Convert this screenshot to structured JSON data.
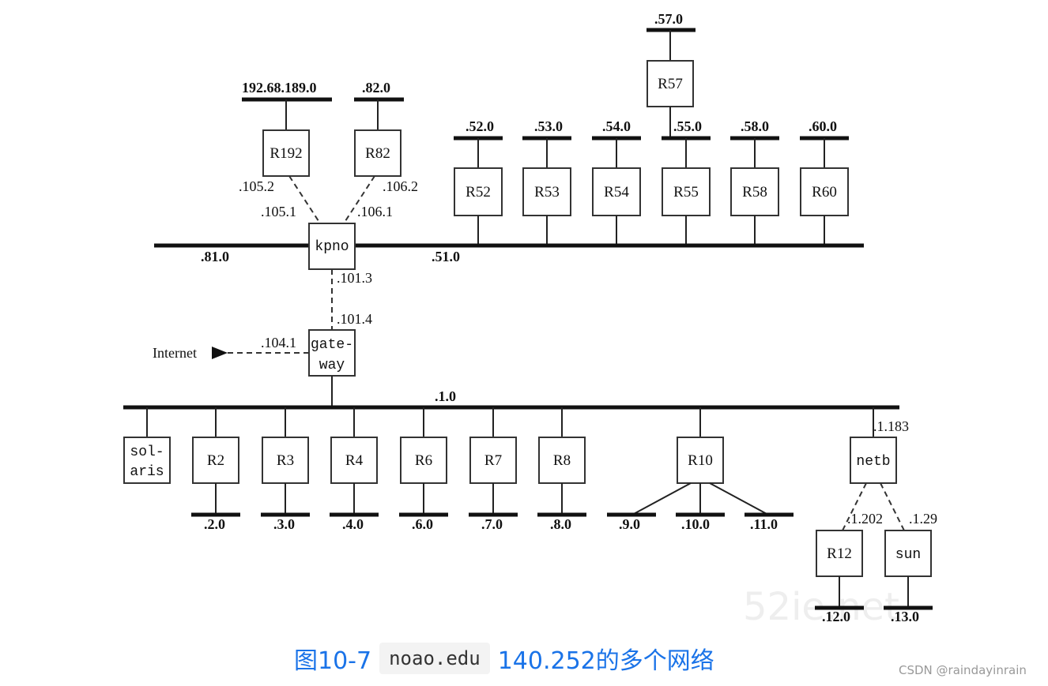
{
  "caption": {
    "figure": "图10-7",
    "code": "noao.edu",
    "desc": "140.252的多个网络"
  },
  "credit": "CSDN @raindayinrain",
  "watermark": "52ie.net",
  "labels": {
    "net_192": "192.68.189.0",
    "net_82": ".82.0",
    "net_57": ".57.0",
    "net_52": ".52.0",
    "net_53": ".53.0",
    "net_54": ".54.0",
    "net_55": ".55.0",
    "net_58": ".58.0",
    "net_60": ".60.0",
    "net_81": ".81.0",
    "net_51": ".51.0",
    "net_1": ".1.0",
    "net_2": ".2.0",
    "net_3": ".3.0",
    "net_4": ".4.0",
    "net_6": ".6.0",
    "net_7": ".7.0",
    "net_8": ".8.0",
    "net_9": ".9.0",
    "net_10": ".10.0",
    "net_11": ".11.0",
    "net_12": ".12.0",
    "net_13": ".13.0",
    "addr_105_2": ".105.2",
    "addr_105_1": ".105.1",
    "addr_106_2": ".106.2",
    "addr_106_1": ".106.1",
    "addr_101_3": ".101.3",
    "addr_101_4": ".101.4",
    "addr_104_1": ".104.1",
    "addr_1_183": ".1.183",
    "addr_1_202": ".1.202",
    "addr_1_29": ".1.29",
    "internet": "Internet",
    "R192": "R192",
    "R82": "R82",
    "R57": "R57",
    "R52": "R52",
    "R53": "R53",
    "R54": "R54",
    "R55": "R55",
    "R58": "R58",
    "R60": "R60",
    "kpno": "kpno",
    "gate_line1": "gate-",
    "gate_line2": "way",
    "solaris_line1": "sol-",
    "solaris_line2": "aris",
    "R2": "R2",
    "R3": "R3",
    "R4": "R4",
    "R6": "R6",
    "R7": "R7",
    "R8": "R8",
    "R10": "R10",
    "netb": "netb",
    "R12": "R12",
    "sun": "sun"
  }
}
